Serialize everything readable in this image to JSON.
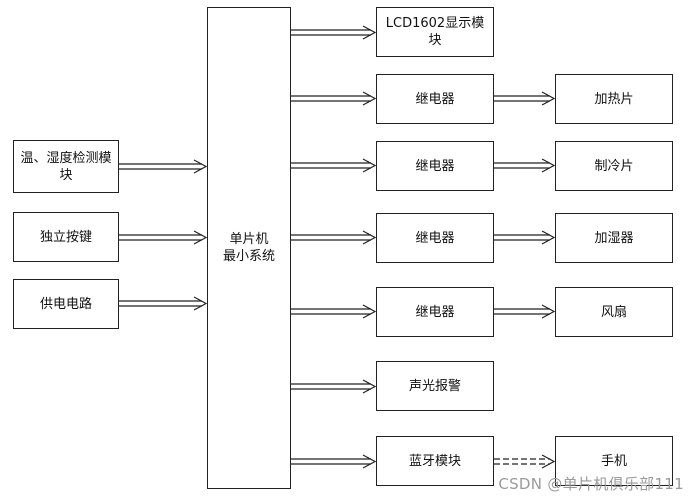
{
  "inputs": [
    {
      "id": "temp-humidity",
      "label": "温、湿度检测模块"
    },
    {
      "id": "keys",
      "label": "独立按键"
    },
    {
      "id": "power",
      "label": "供电电路"
    }
  ],
  "mcu": {
    "label": "单片机\n最小系统"
  },
  "outputs": [
    {
      "id": "lcd",
      "label": "LCD1602显示模块"
    },
    {
      "id": "relay1",
      "label": "继电器"
    },
    {
      "id": "relay2",
      "label": "继电器"
    },
    {
      "id": "relay3",
      "label": "继电器"
    },
    {
      "id": "relay4",
      "label": "继电器"
    },
    {
      "id": "alarm",
      "label": "声光报警"
    },
    {
      "id": "bluetooth",
      "label": "蓝牙模块"
    }
  ],
  "devices": [
    {
      "id": "heater",
      "label": "加热片"
    },
    {
      "id": "cooler",
      "label": "制冷片"
    },
    {
      "id": "humidifier",
      "label": "加湿器"
    },
    {
      "id": "fan",
      "label": "风扇"
    },
    {
      "id": "phone",
      "label": "手机"
    }
  ],
  "watermark": "CSDN @单片机俱乐部111"
}
